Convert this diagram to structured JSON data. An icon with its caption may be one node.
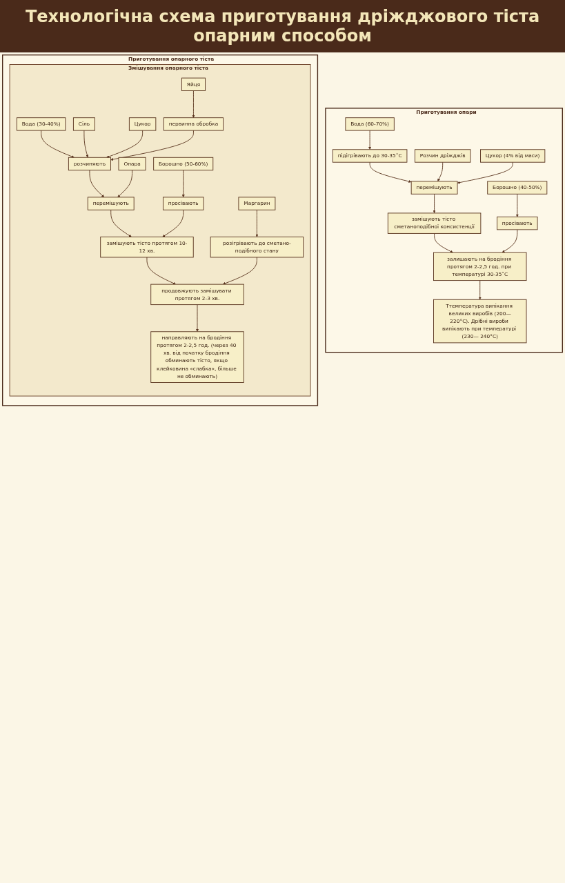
{
  "diagram": {
    "title": "Технологічна схема приготування дріжджового тіста опарним способом",
    "nodes": [
      {
        "text": [
          "Приготування опари"
        ]
      },
      {
        "text": [
          "Вода (60-70%)"
        ],
        "in": 0
      },
      {
        "text": [
          "Розчин дріжджів"
        ],
        "in": 0
      },
      {
        "text": [
          "Цукор (4% від маси)"
        ],
        "in": 0
      },
      {
        "text": [
          "Борошно (40-50%)"
        ],
        "in": 0
      },
      {
        "text": [
          "підігрівають до 30-35˚С"
        ],
        "in": 0
      },
      {
        "text": [
          "просівають"
        ],
        "in": 0
      },
      {
        "text": [
          "перемішують"
        ],
        "in": 0
      },
      {
        "text": [
          "замішують тісто сметаноподібної консистенції"
        ],
        "in": 0
      },
      {
        "text": [
          "залишають на бродіння протягом 2-2,5 год. при температурі 30-35˚С"
        ],
        "in": 0
      },
      {
        "text": [
          "Ттемпература випікання великих виробів (200—220°С). Дрібні вироби випікають при температурі (230— 240°С)"
        ],
        "in": 0
      },
      {
        "text": [
          "Приготування опарного тіста"
        ]
      },
      {
        "text": [
          "Змішування опарного тіста"
        ],
        "in": 11
      },
      {
        "text": [
          "Опара"
        ],
        "in": 12
      },
      {
        "text": [
          "Вода (30-40%)"
        ],
        "in": 12
      },
      {
        "text": [
          "Сіль"
        ],
        "in": 12
      },
      {
        "text": [
          "Цукор"
        ],
        "in": 12
      },
      {
        "text": [
          "Яйця"
        ],
        "in": 12
      },
      {
        "text": [
          "Борошно (50-60%)"
        ],
        "in": 12
      },
      {
        "text": [
          "Маргарин"
        ],
        "in": 12
      },
      {
        "text": [
          "первинна обробка"
        ],
        "in": 12
      },
      {
        "text": [
          "розігрівають до сметано-подібного стану"
        ],
        "in": 12
      },
      {
        "text": [
          "розчиняють"
        ],
        "in": 12
      },
      {
        "text": [
          "перемішують"
        ],
        "in": 12
      },
      {
        "text": [
          "просівають"
        ],
        "in": 12
      },
      {
        "text": [
          "замішують тісто протягом 10-12 хв."
        ],
        "in": 12
      },
      {
        "text": [
          "продовжують замішувати протягом 2-3 хв."
        ],
        "in": 12
      },
      {
        "text": [
          "направляють на бродіння протягом 2-2,5 год. (через 40 хв. від початку бродіння обминають тісто, якщо клейковина «слабка», більше не обминають)"
        ],
        "in": 12
      }
    ],
    "edges": [
      {
        "from": 1,
        "to": 5,
        "arrow": "to"
      },
      {
        "from": 5,
        "to": 7,
        "arrow": "to"
      },
      {
        "from": 2,
        "to": 7,
        "arrow": "to"
      },
      {
        "from": 3,
        "to": 7,
        "arrow": "to"
      },
      {
        "from": 4,
        "to": 6,
        "arrow": "to"
      },
      {
        "from": 7,
        "to": 8,
        "arrow": "to"
      },
      {
        "from": 8,
        "to": 9,
        "arrow": "to"
      },
      {
        "from": 6,
        "to": 9,
        "arrow": "to"
      },
      {
        "from": 9,
        "to": 10,
        "arrow": "to"
      },
      {
        "from": 14,
        "to": 22,
        "arrow": "to"
      },
      {
        "from": 15,
        "to": 22,
        "arrow": "to"
      },
      {
        "from": 16,
        "to": 22,
        "arrow": "to"
      },
      {
        "from": 17,
        "to": 20,
        "arrow": "to"
      },
      {
        "from": 20,
        "to": 22,
        "arrow": "to"
      },
      {
        "from": 22,
        "to": 23,
        "arrow": "to"
      },
      {
        "from": 13,
        "to": 23,
        "arrow": "to"
      },
      {
        "from": 18,
        "to": 24,
        "arrow": "to"
      },
      {
        "from": 19,
        "to": 21,
        "arrow": "to"
      },
      {
        "from": 23,
        "to": 25,
        "arrow": "to"
      },
      {
        "from": 24,
        "to": 25,
        "arrow": "to"
      },
      {
        "from": 25,
        "to": 26,
        "arrow": "to"
      },
      {
        "from": 21,
        "to": 26,
        "arrow": "to"
      },
      {
        "from": 26,
        "to": 27,
        "arrow": "to"
      }
    ]
  }
}
